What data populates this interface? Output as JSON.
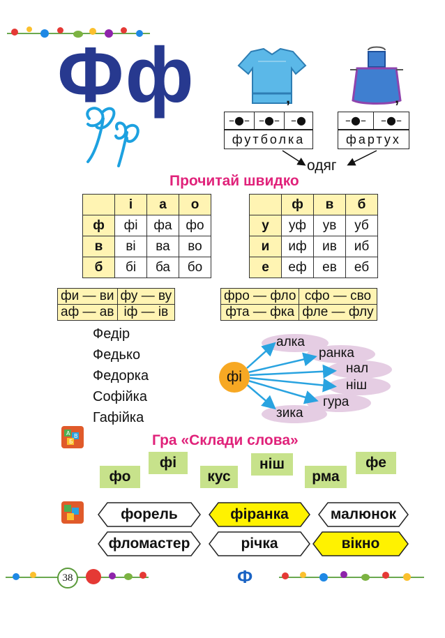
{
  "letter": {
    "printed": "Фф",
    "handwritten": "Фф"
  },
  "pictures": {
    "tshirt": {
      "word": "футболка",
      "scheme": [
        "–●–",
        "–●–",
        "–●"
      ],
      "accent": "ʼ"
    },
    "apron": {
      "word": "фартух",
      "scheme": [
        "–●–",
        "–●–"
      ],
      "accent": "ʼ"
    }
  },
  "category": "одяг",
  "read_fast_title": "Прочитай швидко",
  "table1": {
    "header": [
      "",
      "і",
      "а",
      "о"
    ],
    "rows": [
      [
        "ф",
        "фі",
        "фа",
        "фо"
      ],
      [
        "в",
        "ві",
        "ва",
        "во"
      ],
      [
        "б",
        "бі",
        "ба",
        "бо"
      ]
    ]
  },
  "table2": {
    "header": [
      "",
      "ф",
      "в",
      "б"
    ],
    "rows": [
      [
        "у",
        "уф",
        "ув",
        "уб"
      ],
      [
        "и",
        "иф",
        "ив",
        "иб"
      ],
      [
        "е",
        "еф",
        "ев",
        "еб"
      ]
    ]
  },
  "pairs_left": [
    [
      "фи — ви",
      "фу — ву"
    ],
    [
      "аф — ав",
      "іф — ів"
    ]
  ],
  "pairs_right": [
    [
      "фро — фло",
      "сфо — сво"
    ],
    [
      "фта — фка",
      "фле — флу"
    ]
  ],
  "names": [
    "Федір",
    "Федько",
    "Федорка",
    "Софійка",
    "Гафійка"
  ],
  "syllable_center": "фі",
  "endings": [
    "алка",
    "ранка",
    "нал",
    "ніш",
    "гура",
    "зика"
  ],
  "game_title": "Гра «Склади слова»",
  "game_icon_letters": [
    "А",
    "Б",
    "В"
  ],
  "puzzle_syllables": [
    "фо",
    "фі",
    "кус",
    "ніш",
    "рма",
    "фе"
  ],
  "words": [
    {
      "text": "форель",
      "highlight": false
    },
    {
      "text": "фіранка",
      "highlight": true
    },
    {
      "text": "малюнок",
      "highlight": false
    },
    {
      "text": "фломастер",
      "highlight": false
    },
    {
      "text": "річка",
      "highlight": false
    },
    {
      "text": "вікно",
      "highlight": true
    }
  ],
  "page_number": "38",
  "footer_letter": "Ф",
  "colors": {
    "letter_blue": "#27398f",
    "title_pink": "#e0227a",
    "table_yellow": "#fff4b3",
    "highlight_yellow": "#fff200",
    "puzzle_green": "#c7e28b",
    "bubble_pink": "#e5cde3",
    "circle_orange": "#f7a823"
  }
}
